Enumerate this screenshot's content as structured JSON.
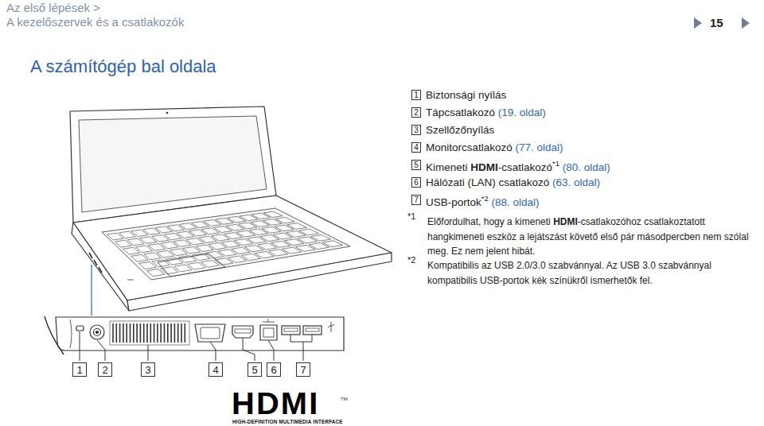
{
  "diagram": {
    "nodes": [
      {
        "text": [
          "1"
        ]
      },
      {
        "text": [
          "2"
        ]
      },
      {
        "text": [
          "3"
        ]
      },
      {
        "text": [
          "4"
        ]
      },
      {
        "text": [
          "5"
        ]
      },
      {
        "text": [
          "6"
        ]
      },
      {
        "text": [
          "7"
        ]
      },
      {
        "text": [
          "1"
        ]
      },
      {
        "text": [
          "2"
        ]
      },
      {
        "text": [
          "3"
        ]
      },
      {
        "text": [
          "4"
        ]
      },
      {
        "text": [
          "5"
        ]
      },
      {
        "text": [
          "6"
        ]
      },
      {
        "text": [
          "7"
        ]
      }
    ],
    "labels": [
      "Az első lépések >",
      "A kezelőszervek és a csatlakozók",
      "15",
      "A számítógép bal oldala",
      "Biztonsági nyílás",
      "Tápcsatlakozó",
      "(19. oldal)",
      "Szellőzőnyílás",
      "Monitorcsatlakozó",
      "(77. oldal)",
      "Kimeneti",
      "HDMI",
      "-csatlakozó",
      "*1",
      "(80. oldal)",
      "Hálózati (LAN) csatlakozó",
      "(63. oldal)",
      "USB-portok",
      "*2",
      "(88. oldal)",
      "*1",
      "Előfordulhat, hogy a kimeneti",
      "HDMI",
      "-csatlakozóhoz csatlakoztatott hangkimeneti eszköz a lejátszást követő első pár másodpercben nem szólal meg. Ez nem jelent hibát.",
      "*2",
      "Kompatibilis az USB 2.0/3.0 szabvánnyal. Az USB 3.0 szabvánnyal kompatibilis USB-portok kék színükről ismerhetők fel.",
      "HDMI",
      "TM",
      "HIGH-DEFINITION MULTIMEDIA INTERFACE"
    ]
  }
}
